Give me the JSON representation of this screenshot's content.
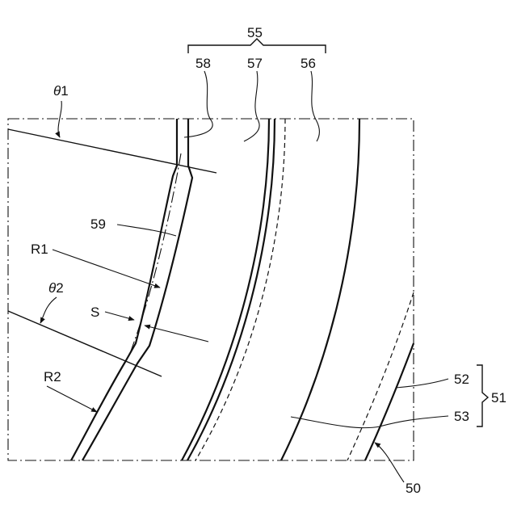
{
  "figure": {
    "colors": {
      "line": "#111111",
      "background": "#ffffff"
    },
    "labels": {
      "l55": "55",
      "l58": "58",
      "l57": "57",
      "l56": "56",
      "theta1_symbol": "θ",
      "theta1_index": "1",
      "l59": "59",
      "R1": "R1",
      "theta2_symbol": "θ",
      "theta2_index": "2",
      "S": "S",
      "R2": "R2",
      "l52": "52",
      "l51": "51",
      "l53": "53",
      "l50": "50"
    }
  }
}
